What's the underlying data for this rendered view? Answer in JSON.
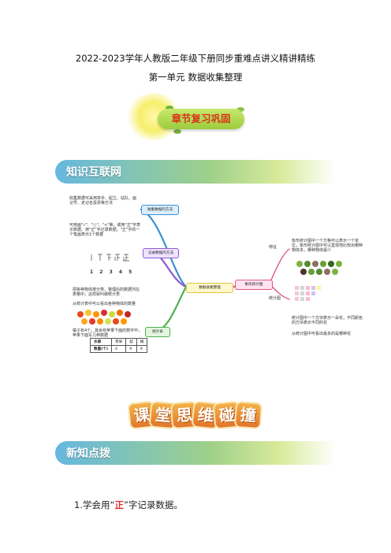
{
  "header": {
    "title": "2022-2023学年人教版二年级下册同步重难点讲义精讲精练",
    "unit": "第一单元  数据收集整理"
  },
  "review_banner": {
    "label": "章节复习巩固"
  },
  "banner_knowledge": {
    "label": "知识互联网"
  },
  "mindmap": {
    "center": "数据收集整理",
    "left_branches": [
      {
        "label": "收集数据的方法",
        "text": "收集数据可采用举手、起立、站队、画记号、走记名投票等方法"
      },
      {
        "label": "记录数据的方法",
        "text": "可用画\"√\"、\"○\"、\"+\"等，或用\"正\"字表示数据。用\"正\"字记录数据，\"正\"字的一个笔画表示1个数据",
        "digits": [
          "1",
          "2",
          "3",
          "4",
          "5"
        ]
      },
      {
        "label": "统计表",
        "text1": "把各种物体按分类，整理后的数据列在表格中，这样就叫做统计表",
        "text2": "从统计表中可以看出各种物体的数量",
        "text3": "橘子有4个，其余有苹果下面的数字中，苹果下面写几种数据",
        "table": {
          "headers": [
            "水果",
            "苹果",
            "梨",
            "橘"
          ],
          "row_label": "数量(个)",
          "values": [
            "4",
            "9",
            "9"
          ]
        }
      }
    ],
    "right_branches": [
      {
        "label": "象形统计图",
        "sub": [
          {
            "label": "特征",
            "text": "象形统计图中一个方格可以表示一个单位，象形统计图中可以直观地比较出哪种物体多，哪种物体最少"
          },
          {
            "label": "统计图",
            "text": "统计图中一个方块表示一朵花，不同颜色的方块表示不同的花",
            "text2": "从统计图中可看出最多的是哪种花"
          }
        ]
      }
    ]
  },
  "classroom_banner": {
    "chars": [
      "课",
      "堂",
      "思",
      "维",
      "碰",
      "撞"
    ]
  },
  "banner_new": {
    "label": "新知点拨"
  },
  "point": {
    "prefix": "1.学会用“",
    "highlight": "正",
    "suffix": "”字记录数据。"
  }
}
